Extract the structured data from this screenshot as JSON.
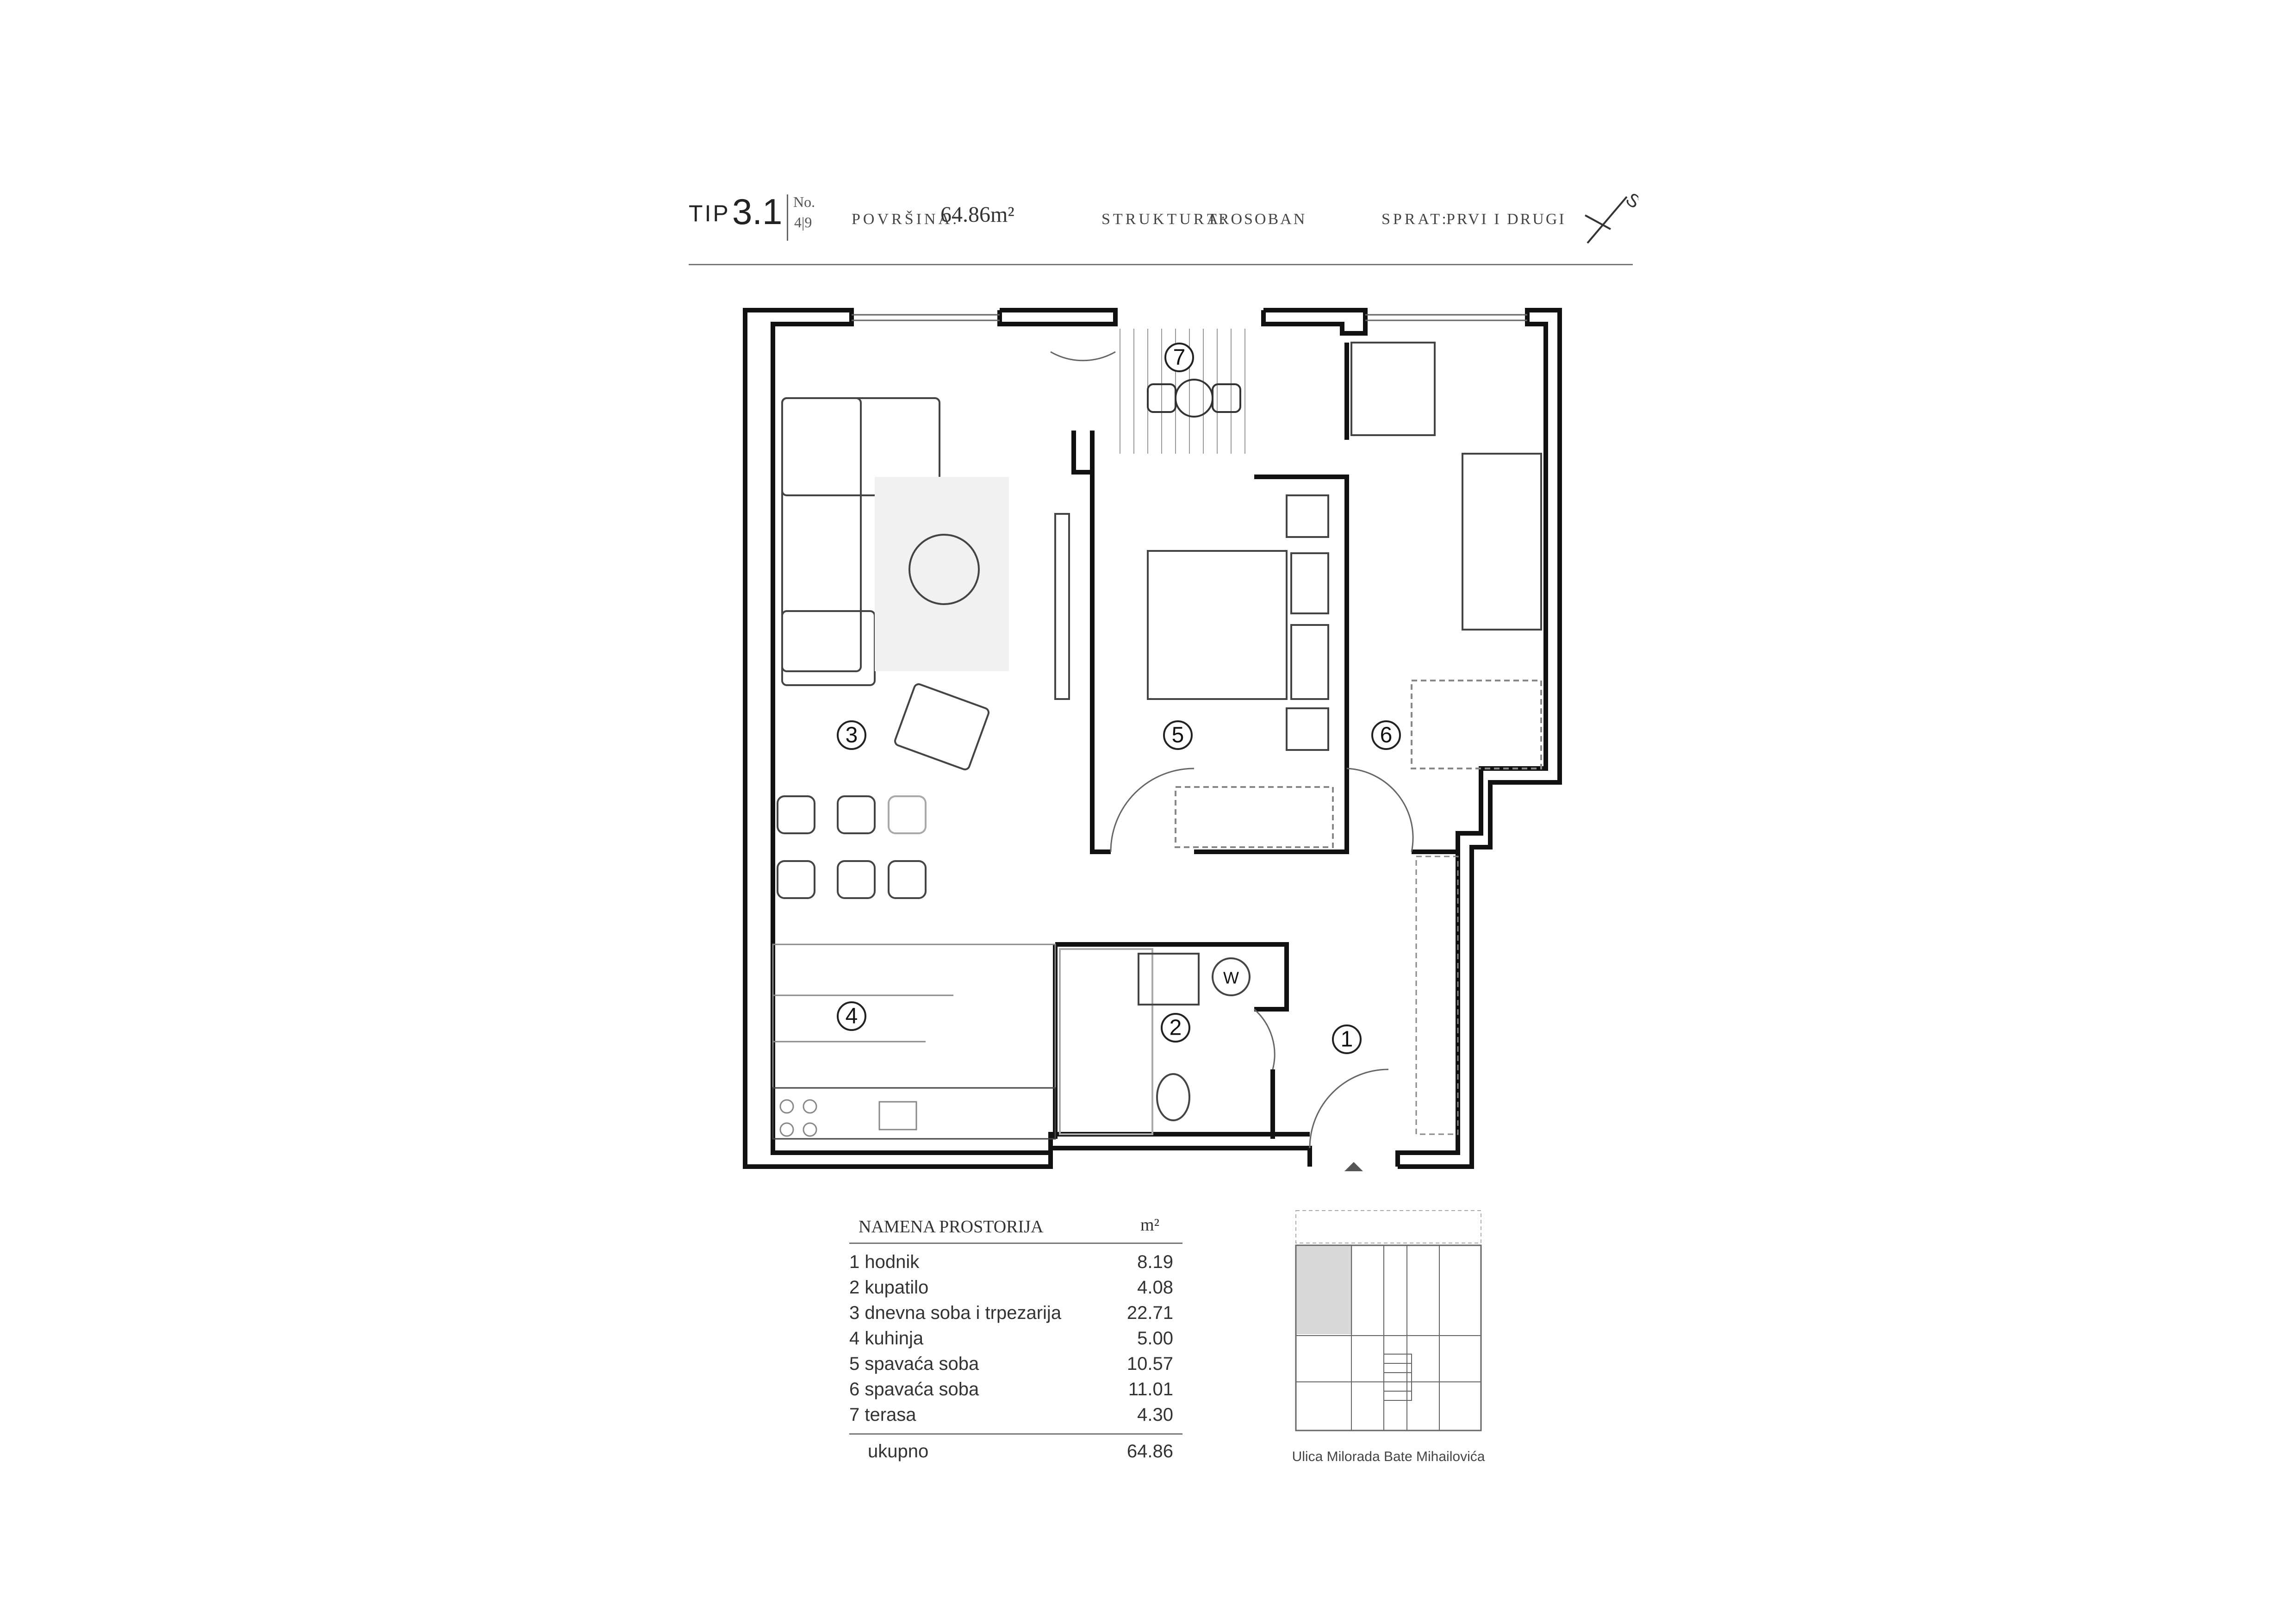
{
  "header": {
    "tip_label": "TIP",
    "tip_number": "3.1",
    "no_label": "No.",
    "no_value": "4|9",
    "area_label": "POVRŠINA:",
    "area_value": "64.86",
    "area_unit": "m²",
    "structure_label": "STRUKTURA:",
    "structure_value": "TROSOBAN",
    "floor_label": "SPRAT:",
    "floor_value": "PRVI I DRUGI",
    "compass_letter": "S"
  },
  "plan": {
    "room_markers": [
      "1",
      "2",
      "3",
      "4",
      "5",
      "6",
      "7"
    ],
    "washer_label": "W"
  },
  "room_table": {
    "header_name": "NAMENA PROSTORIJA",
    "header_unit": "m²",
    "rows": [
      {
        "name": "1 hodnik",
        "area": "8.19"
      },
      {
        "name": "2 kupatilo",
        "area": "4.08"
      },
      {
        "name": "3 dnevna soba i trpezarija",
        "area": "22.71"
      },
      {
        "name": "4 kuhinja",
        "area": "5.00"
      },
      {
        "name": "5 spavaća soba",
        "area": "10.57"
      },
      {
        "name": "6 spavaća soba",
        "area": "11.01"
      },
      {
        "name": "7 terasa",
        "area": "4.30"
      }
    ],
    "total_label": "ukupno",
    "total_value": "64.86"
  },
  "key_plan": {
    "street_caption": "Ulica Milorada Bate Mihailovića"
  },
  "colors": {
    "wall": "#111111",
    "line": "#555555",
    "highlight": "#d9d9d9"
  }
}
